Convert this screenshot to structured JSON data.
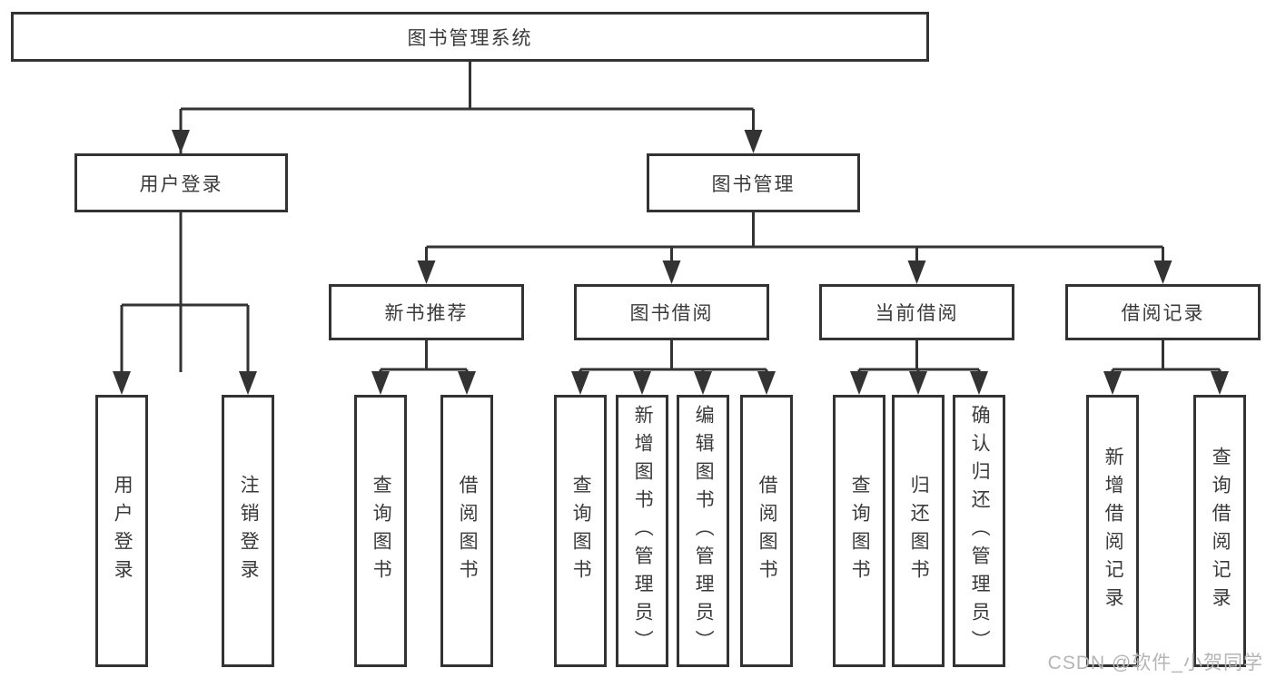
{
  "diagram": {
    "root": {
      "label": "图书管理系统"
    },
    "level2": [
      {
        "id": "user-login",
        "label": "用户登录"
      },
      {
        "id": "book-management",
        "label": "图书管理"
      }
    ],
    "level3": [
      {
        "id": "new-book-recommend",
        "label": "新书推荐"
      },
      {
        "id": "book-borrowing",
        "label": "图书借阅"
      },
      {
        "id": "current-borrowing",
        "label": "当前借阅"
      },
      {
        "id": "borrow-records",
        "label": "借阅记录"
      }
    ],
    "leaves": [
      {
        "parent": "user-login",
        "label": "用户登录"
      },
      {
        "parent": "user-login",
        "label": "注销登录"
      },
      {
        "parent": "new-book-recommend",
        "label": "查询图书"
      },
      {
        "parent": "new-book-recommend",
        "label": "借阅图书"
      },
      {
        "parent": "book-borrowing",
        "label": "查询图书"
      },
      {
        "parent": "book-borrowing",
        "label": "新增图书（管理员）"
      },
      {
        "parent": "book-borrowing",
        "label": "编辑图书（管理员）"
      },
      {
        "parent": "book-borrowing",
        "label": "借阅图书"
      },
      {
        "parent": "current-borrowing",
        "label": "查询图书"
      },
      {
        "parent": "current-borrowing",
        "label": "归还图书"
      },
      {
        "parent": "current-borrowing",
        "label": "确认归还（管理员）"
      },
      {
        "parent": "borrow-records",
        "label": "新增借阅记录"
      },
      {
        "parent": "borrow-records",
        "label": "查询借阅记录"
      }
    ]
  },
  "watermark": {
    "text": "CSDN @软件_小贺同学",
    "color": "#b5b5b5"
  },
  "colors": {
    "line": "#333333",
    "text": "#3a3a3a",
    "background": "#ffffff"
  }
}
